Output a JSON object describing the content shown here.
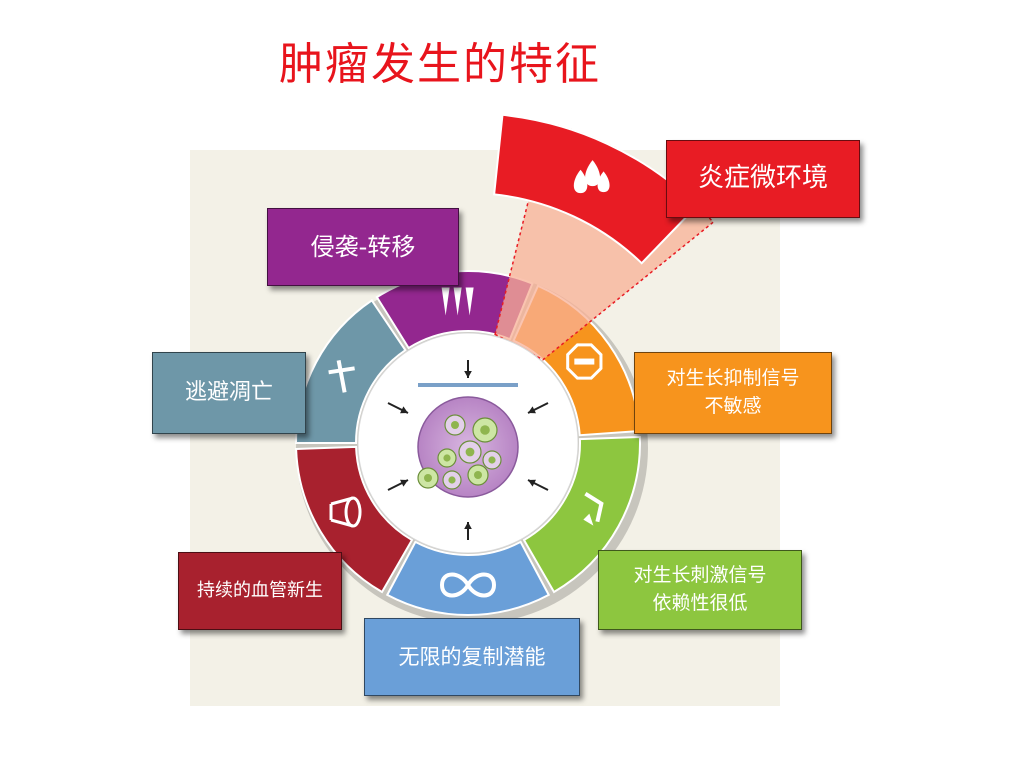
{
  "title": "肿瘤发生的特征",
  "hallmarks": [
    {
      "label": "炎症微环境",
      "color": "#e81c24",
      "icon": "droplets-icon"
    },
    {
      "label": "对生长抑制信号\n不敏感",
      "color": "#f7941d",
      "icon": "stop-sign-icon"
    },
    {
      "label": "对生长刺激信号\n依赖性很低",
      "color": "#8dc63f",
      "icon": "arrow-loop-icon"
    },
    {
      "label": "无限的复制潜能",
      "color": "#6a9fd8",
      "icon": "infinity-icon"
    },
    {
      "label": "持续的血管新生",
      "color": "#a8212e",
      "icon": "vessel-icon"
    },
    {
      "label": "逃避凋亡",
      "color": "#6e97a8",
      "icon": "cross-icon"
    },
    {
      "label": "侵袭-转移",
      "color": "#93278f",
      "icon": "claws-icon"
    }
  ]
}
